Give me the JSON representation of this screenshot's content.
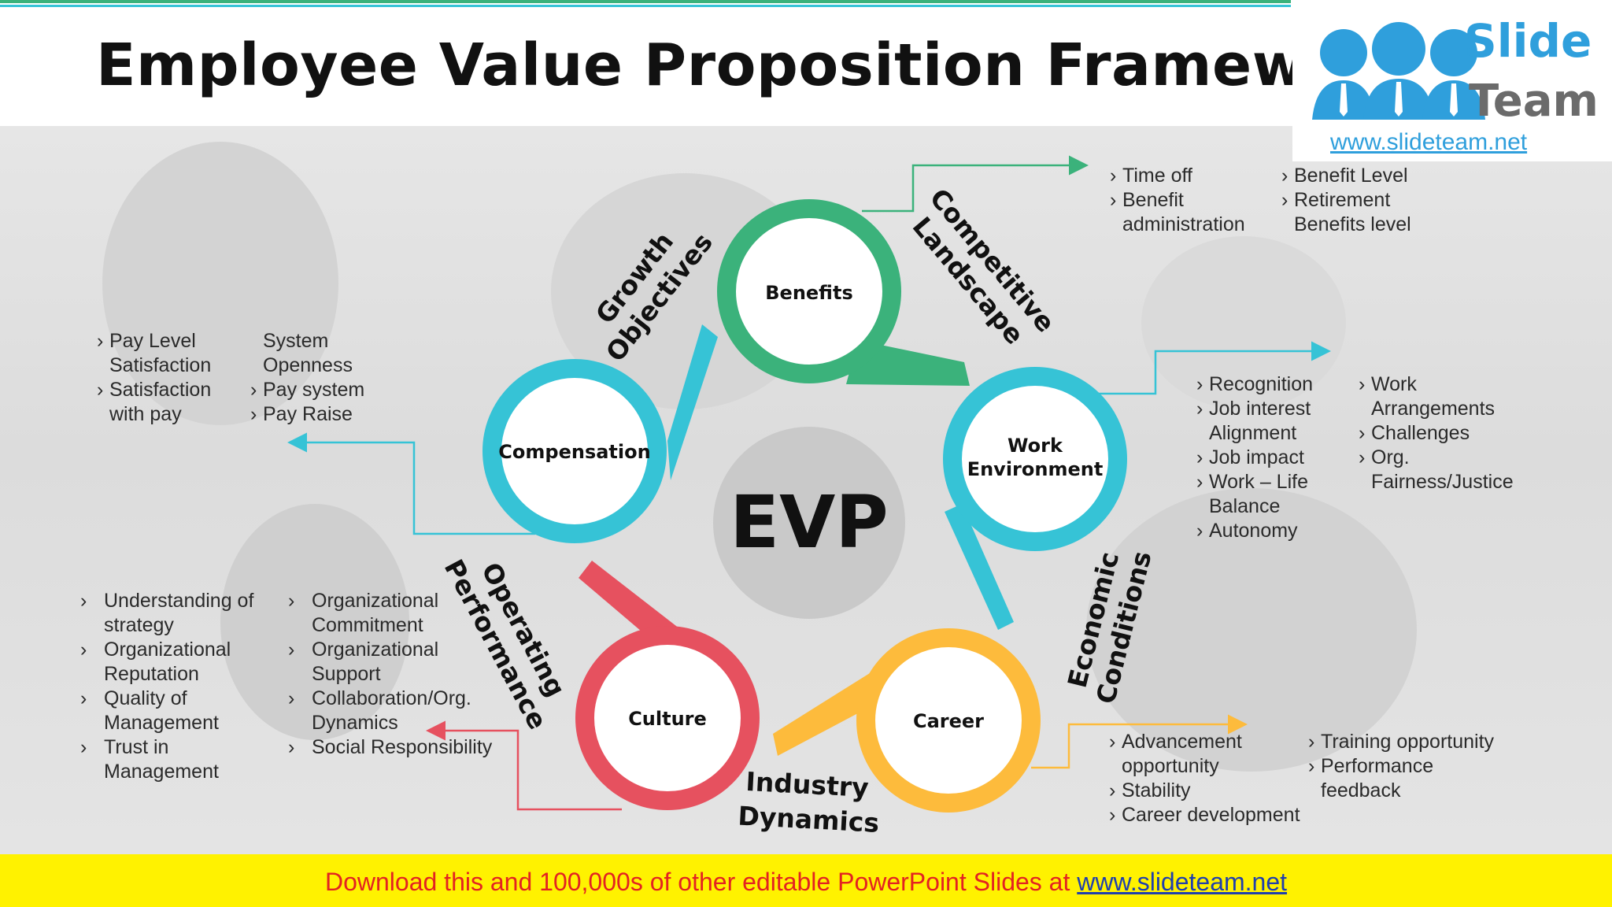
{
  "title": "Employee Value Proposition Framework",
  "logo": {
    "word1": "Slide",
    "word2": "Team",
    "url": "www.slideteam.net"
  },
  "footer": {
    "text": "Download this and 100,000s of other editable PowerPoint Slides at ",
    "link": "www.slideteam.net"
  },
  "colors": {
    "benefits": "#3bb27b",
    "work": "#36c3d6",
    "career": "#fdbb3c",
    "culture": "#e6515f",
    "compensation": "#36c3d6",
    "center": "#c9c9c9"
  },
  "center": {
    "label": "EVP"
  },
  "nodes": {
    "benefits": {
      "label": "Benefits"
    },
    "work": {
      "line1": "Work",
      "line2": "Environment"
    },
    "career": {
      "label": "Career"
    },
    "culture": {
      "label": "Culture"
    },
    "compensation": {
      "label": "Compensation"
    }
  },
  "factors": {
    "growth": {
      "line1": "Growth",
      "line2": "Objectives"
    },
    "competitive": {
      "line1": "Competitive",
      "line2": "Landscape"
    },
    "economic": {
      "line1": "Economic",
      "line2": "Conditions"
    },
    "industry": {
      "line1": "Industry",
      "line2": "Dynamics"
    },
    "operating": {
      "line1": "Operating",
      "line2": "Performance"
    }
  },
  "lists": {
    "benefits_a": [
      "Time off",
      "Benefit",
      "administration"
    ],
    "benefits_b": [
      "Benefit Level",
      "Retirement",
      "Benefits level"
    ],
    "work_a": [
      "Recognition",
      "Job interest",
      "Alignment",
      "Job impact",
      "Work – Life",
      "Balance",
      "Autonomy"
    ],
    "work_b": [
      "Work",
      "Arrangements",
      "Challenges",
      "Org.",
      "Fairness/Justice"
    ],
    "career_a": [
      "Advancement",
      "opportunity",
      "Stability",
      "Career development"
    ],
    "career_b": [
      "Training opportunity",
      "Performance",
      "feedback"
    ],
    "comp_a": [
      "Pay Level",
      "Satisfaction",
      "Satisfaction",
      "with pay"
    ],
    "comp_b": [
      "System",
      "Openness",
      "Pay system",
      "Pay Raise"
    ],
    "culture_a": [
      "Understanding of",
      "strategy",
      "Organizational",
      "Reputation",
      "Quality of",
      "Management",
      "Trust in",
      "Management"
    ],
    "culture_b": [
      "Organizational",
      "Commitment",
      "Organizational",
      "Support",
      "Collaboration/Org.",
      "Dynamics",
      "Social Responsibility"
    ]
  }
}
